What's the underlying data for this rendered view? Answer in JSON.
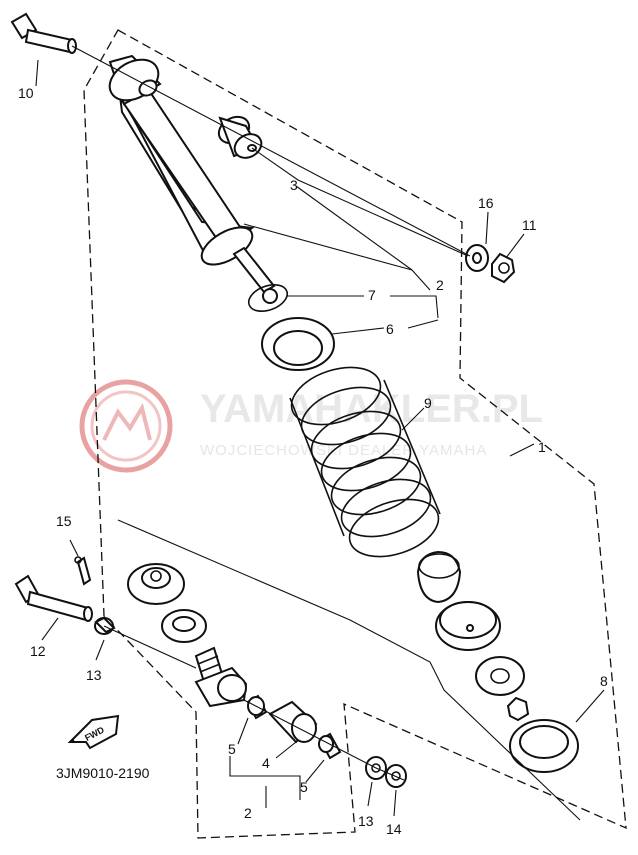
{
  "diagram": {
    "drawing_code": "3JM9010-2190",
    "direction_badge": "FWD",
    "watermark": {
      "title": "YAMAHAKLER.PL",
      "subtitle": "WOJCIECHOWSKI DEALER YAMAHA",
      "logo_color": "#e9a2a2"
    },
    "callouts": [
      "10",
      "3",
      "16",
      "11",
      "2",
      "7",
      "6",
      "9",
      "1",
      "15",
      "12",
      "13",
      "8",
      "5",
      "4",
      "2",
      "5",
      "13",
      "14"
    ]
  }
}
